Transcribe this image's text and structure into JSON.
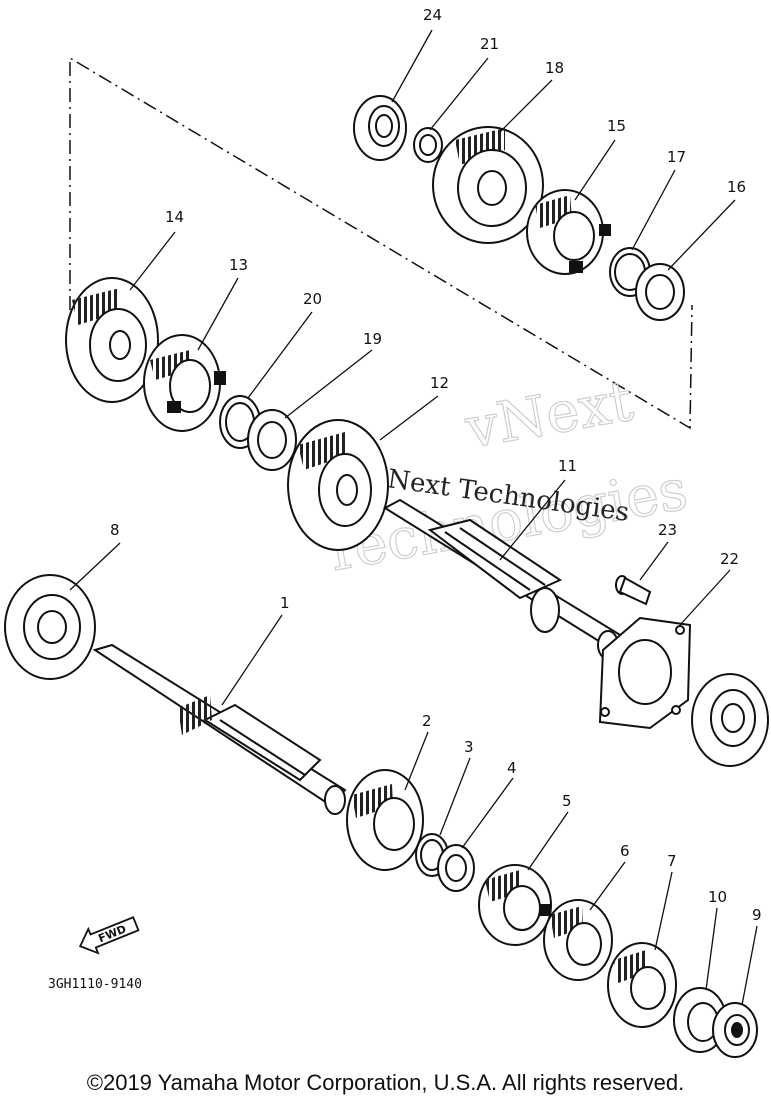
{
  "diagram": {
    "drawing_code": "3GH1110-9140",
    "fwd_label": "FWD",
    "watermark": {
      "line1": "vNext",
      "line2": "Technologies",
      "overlay": "vNext Technologies"
    },
    "callouts": [
      "24",
      "21",
      "18",
      "15",
      "17",
      "16",
      "14",
      "13",
      "20",
      "19",
      "12",
      "11",
      "8",
      "23",
      "22",
      "1",
      "2",
      "3",
      "4",
      "5",
      "6",
      "7",
      "10",
      "9"
    ]
  },
  "footer": {
    "copyright": "©2019 Yamaha Motor Corporation, U.S.A. All rights reserved."
  }
}
